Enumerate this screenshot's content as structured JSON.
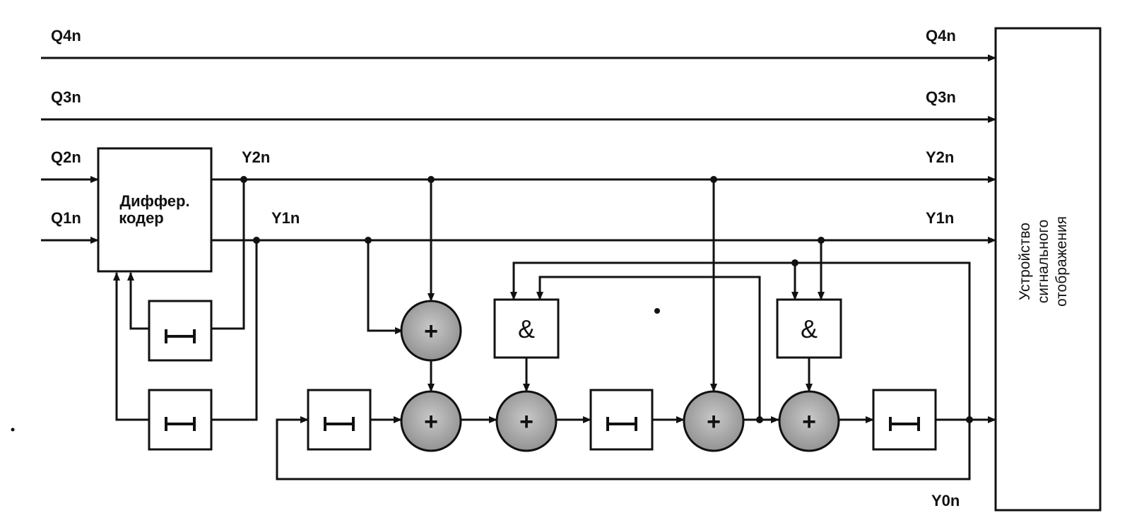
{
  "signals": {
    "q4_in": "Q4n",
    "q4_out": "Q4n",
    "q3_in": "Q3n",
    "q3_out": "Q3n",
    "q2_in": "Q2n",
    "q1_in": "Q1n",
    "y2_mid": "Y2n",
    "y2_out": "Y2n",
    "y1_mid": "Y1n",
    "y1_out": "Y1n",
    "y0": "Y0n"
  },
  "blocks": {
    "encoder_line1": "Диффер.",
    "encoder_line2": "кодер",
    "adder_symbol": "+",
    "and_symbol": "&",
    "display_line1": "Устройство",
    "display_line2": "сигнального",
    "display_line3": "отображения"
  }
}
